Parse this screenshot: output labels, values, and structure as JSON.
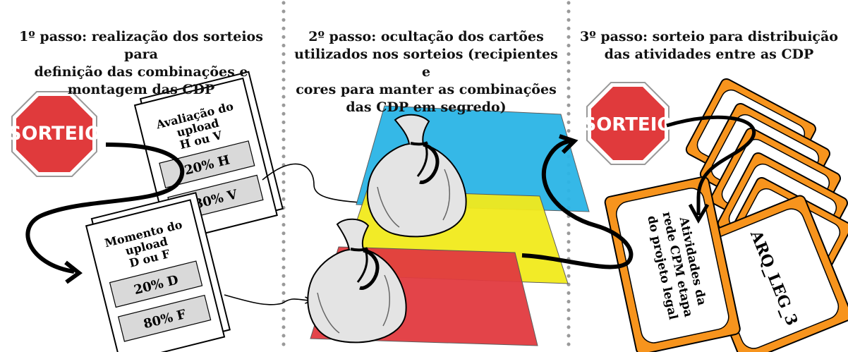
{
  "steps": [
    {
      "title": "1º passo: realização dos sorteios para\ndefinição das combinações e\nmontagem das CDP"
    },
    {
      "title": "2º passo: ocultação dos cartões\nutilizados nos sorteios (recipientes e\ncores para manter as combinações\ndas CDP em segredo)"
    },
    {
      "title": "3º passo: sorteio para distribuição\ndas atividades entre as CDP"
    }
  ],
  "stop_sign_label": "SORTEIO",
  "card_upload_type": {
    "title_lines": [
      "Avaliação do",
      "upload",
      "H ou V"
    ],
    "options": [
      "20% H",
      "80% V"
    ]
  },
  "card_upload_moment": {
    "title_lines": [
      "Momento do",
      "upload",
      "D ou F"
    ],
    "options": [
      "20% D",
      "80% F"
    ]
  },
  "activity_card": {
    "text_lines": [
      "Atividades da",
      "rede CPM etapa",
      "do projeto legal"
    ]
  },
  "code_card": {
    "text": "ARQ_LEG_3"
  },
  "colors": {
    "stop_sign": "#e03a3c",
    "blue_layer": "#2bb5e6",
    "yellow_layer": "#f2ea1c",
    "red_layer": "#e23b40",
    "card_orange": "#f7941d",
    "bag": "#e4e4e4",
    "divider": "#9a9a9a"
  }
}
